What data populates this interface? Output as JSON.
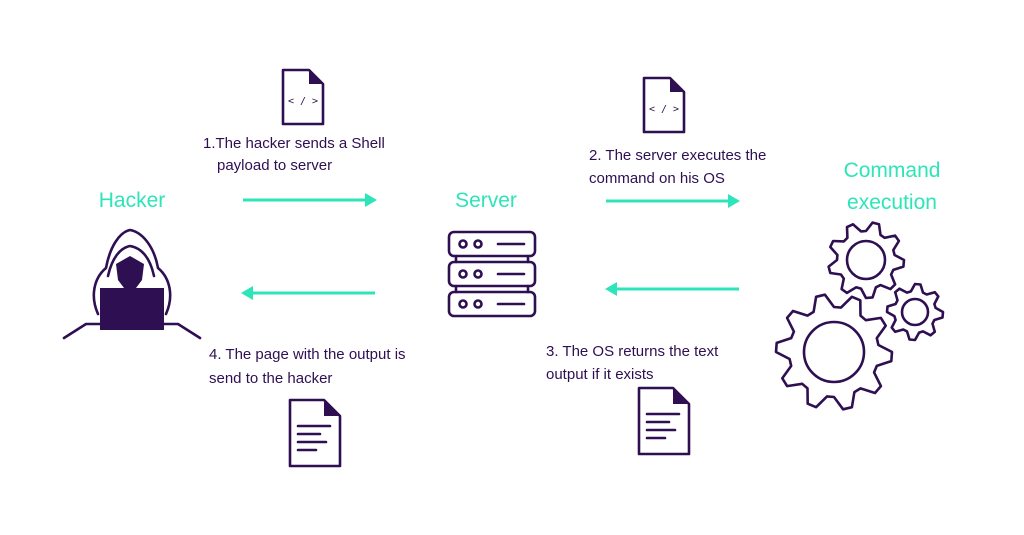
{
  "colors": {
    "accent": "#2de5b8",
    "ink": "#2e0f52",
    "background": "#ffffff"
  },
  "nodes": {
    "hacker": {
      "label": "Hacker",
      "icon": "hooded-hacker-laptop-icon"
    },
    "server": {
      "label": "Server",
      "icon": "server-rack-icon"
    },
    "command": {
      "label_line1": "Command",
      "label_line2": "execution",
      "icon": "gears-icon"
    }
  },
  "steps": [
    {
      "line1": "1.The hacker sends a Shell",
      "line2": "payload to server",
      "icon": "code-file-icon",
      "direction": "right"
    },
    {
      "line1": "2. The server executes the",
      "line2": "command on his OS",
      "icon": "code-file-icon",
      "direction": "right"
    },
    {
      "line1": "3. The OS returns the text",
      "line2": "output if it exists",
      "icon": "text-document-icon",
      "direction": "left"
    },
    {
      "line1": "4. The page with the output is",
      "line2": "send to the hacker",
      "icon": "text-document-icon",
      "direction": "left"
    }
  ]
}
